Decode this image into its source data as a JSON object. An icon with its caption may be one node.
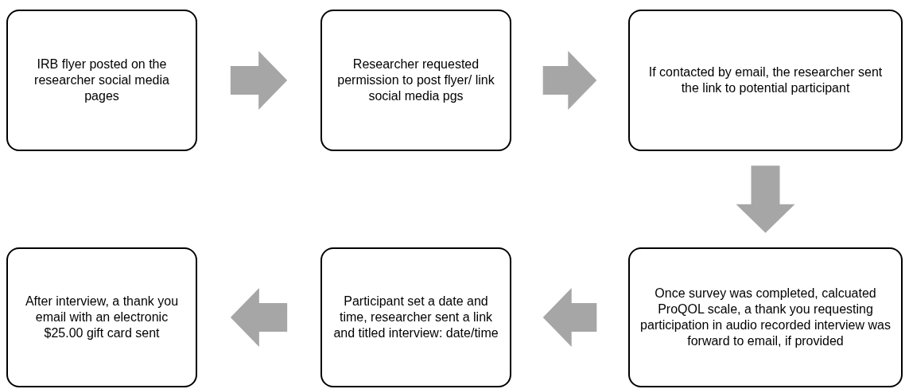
{
  "diagram": {
    "nodes": [
      {
        "text": [
          "IRB flyer posted on the researcher social media pages"
        ]
      },
      {
        "text": [
          "Researcher requested permission to post flyer/ link social media pgs"
        ]
      },
      {
        "text": [
          "If contacted by email, the researcher sent the link to potential participant"
        ]
      },
      {
        "text": [
          "Once survey was completed, calcuated ProQOL scale, a thank you requesting participation in audio recorded interview was forward to email, if provided"
        ]
      },
      {
        "text": [
          "Participant set a date and time, researcher sent a link and titled interview: date/time"
        ]
      },
      {
        "text": [
          "After interview, a thank you email with an electronic $25.00 gift card sent"
        ]
      }
    ],
    "edges": [
      {
        "from": 0,
        "to": 1,
        "arrow": "to"
      },
      {
        "from": 1,
        "to": 2,
        "arrow": "to"
      },
      {
        "from": 2,
        "to": 3,
        "arrow": "to"
      },
      {
        "from": 3,
        "to": 4,
        "arrow": "to"
      },
      {
        "from": 4,
        "to": 5,
        "arrow": "to"
      }
    ]
  }
}
